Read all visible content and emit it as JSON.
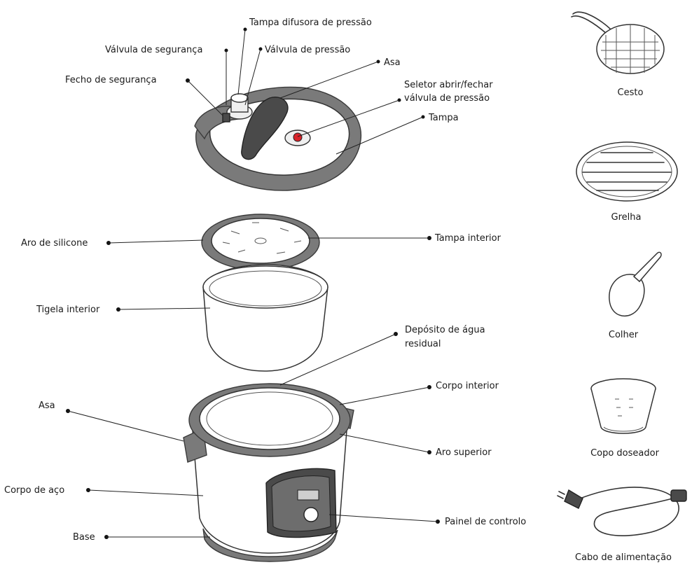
{
  "labels": {
    "tampa_difusora": "Tampa difusora de pressão",
    "valvula_seguranca": "Válvula de segurança",
    "valvula_pressao": "Válvula de pressão",
    "asa_tampa": "Asa",
    "fecho_seguranca": "Fecho de segurança",
    "seletor_l1": "Seletor abrir/fechar",
    "seletor_l2": "válvula de pressão",
    "tampa": "Tampa",
    "aro_silicone": "Aro de silicone",
    "tampa_interior": "Tampa interior",
    "tigela_interior": "Tigela interior",
    "deposito_l1": "Depósito de água",
    "deposito_l2": "residual",
    "corpo_interior": "Corpo interior",
    "asa_corpo": "Asa",
    "aro_superior": "Aro superior",
    "corpo_aco": "Corpo de aço",
    "painel": "Painel de controlo",
    "base": "Base"
  },
  "accessories": {
    "cesto": "Cesto",
    "grelha": "Grelha",
    "colher": "Colher",
    "copo": "Copo doseador",
    "cabo": "Cabo de alimentação"
  },
  "colors": {
    "line": "#333333",
    "body_grey": "#7a7a7a",
    "valve_red": "#d9232a"
  }
}
